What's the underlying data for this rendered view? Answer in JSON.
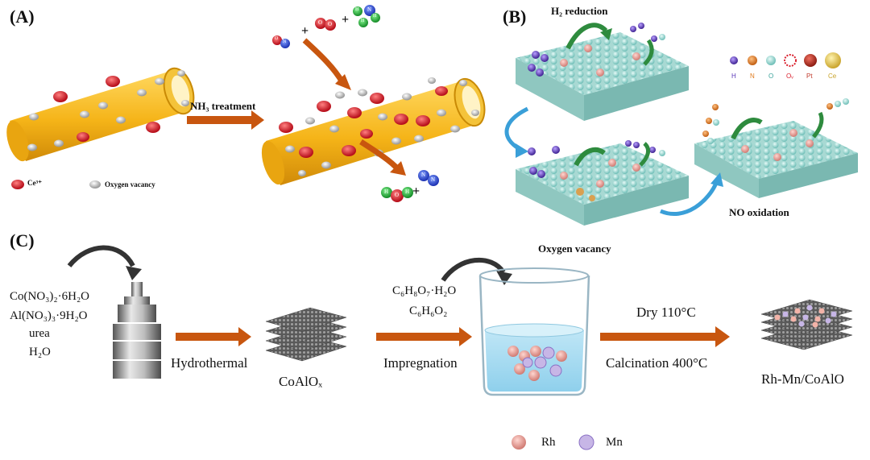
{
  "panels": {
    "a": "(A)",
    "b": "(B)",
    "c": "(C)"
  },
  "panel_a": {
    "treatment": "NH₃ treatment",
    "legend_ce": "Ce³⁺",
    "legend_ov": "Oxygen vacancy",
    "mol_no": [
      "O",
      "N"
    ],
    "mol_o2": [
      "O",
      "O"
    ],
    "mol_nh3": [
      "H",
      "N",
      "H",
      "H"
    ],
    "mol_n2": [
      "N",
      "N"
    ],
    "mol_h2o": [
      "H",
      "O",
      "H"
    ],
    "plus": "+",
    "colors": {
      "tube": "#f5b418",
      "ce": "#d9202e",
      "vacancy": "#c8c8c8",
      "arrow": "#c8560f"
    }
  },
  "panel_b": {
    "h2_reduction": "H₂ reduction",
    "no_oxidation": "NO oxidation",
    "oxygen_vacancy": "Oxygen vacancy",
    "legend": [
      {
        "symbol": "H",
        "color": "#5a36b8"
      },
      {
        "symbol": "N",
        "color": "#e07a1c"
      },
      {
        "symbol": "O",
        "color": "#7ecfc8"
      },
      {
        "symbol": "Oᵥ",
        "color": "#d9202e"
      },
      {
        "symbol": "Pt",
        "color": "#c0392b"
      },
      {
        "symbol": "Ce",
        "color": "#e3c34a"
      }
    ]
  },
  "panel_c": {
    "reagents": [
      "Co(NO₃)₂·6H₂O",
      "Al(NO₃)₃·9H₂O",
      "urea",
      "H₂O"
    ],
    "hydrothermal": "Hydrothermal",
    "coalox": "CoAlOₓ",
    "additives": [
      "C₆H₈O₇·H₂O",
      "C₆H₆O₂"
    ],
    "impregnation": "Impregnation",
    "dry": "Dry  110°C",
    "calcination": "Calcination 400°C",
    "product": "Rh-Mn/CoAlO",
    "legend_rh": "Rh",
    "legend_mn": "Mn",
    "colors": {
      "rh": "#f3b3a8",
      "mn": "#c7b6e6",
      "arrow": "#c8560f"
    }
  }
}
